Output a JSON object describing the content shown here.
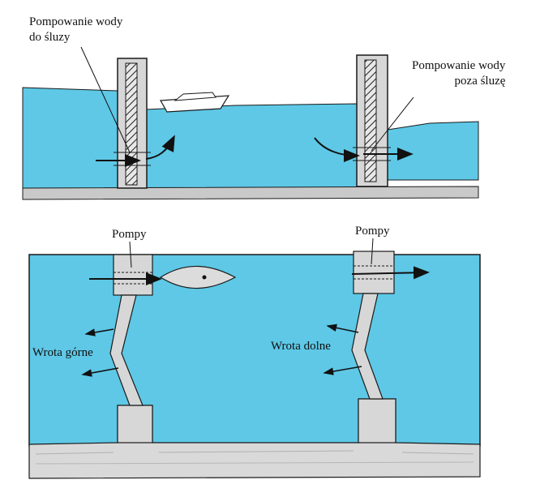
{
  "top_view_labels": {
    "pump_in": {
      "line1": "Pompowanie wody",
      "line2": "do śluzy"
    },
    "pump_out": {
      "line1": "Pompowanie wody",
      "line2": "poza śluzę"
    }
  },
  "plan_view_labels": {
    "pumps_left": "Pompy",
    "pumps_right": "Pompy",
    "upper_gate": "Wrota górne",
    "lower_gate": "Wrota dolne"
  },
  "colors": {
    "water": "#5ec8e6",
    "structure": "#d7d7d7",
    "outline": "#1a1a1a",
    "ground": "#bdbdbd"
  }
}
